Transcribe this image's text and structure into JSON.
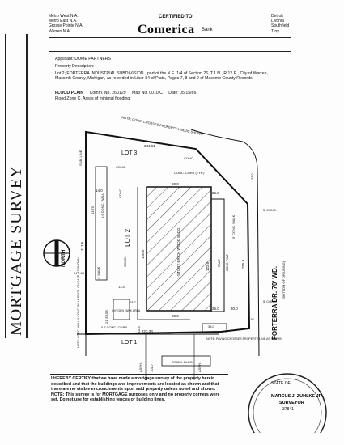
{
  "side_title": "MORTGAGE SURVEY",
  "header": {
    "offices_left": [
      "Metro West N.A.",
      "Metro East N.A.",
      "Grosse Pointe N.A.",
      "Warren N.A."
    ],
    "certified_to": "CERTIFIED TO",
    "bank_logo": "Comerica",
    "bank_word": "Bank",
    "offices_right": [
      "Detroit",
      "Livonia",
      "Southfield",
      "Troy"
    ]
  },
  "applicant": "Applicant: DOME PARTNERS",
  "property_description_label": "Property Description:",
  "description": "Lot 2; FORTERRA INDUSTRIAL SUBDIVISION , part of the N.E. 1/4 of Section 26, T.1 N., R.12 E., City of Warren, Macomb County, Michigan, as recorded in Liber 84 of Plats, Pages 7, 8 and 9 of Macomb County Records.",
  "flood": {
    "label": "FLOOD PLAIN",
    "comm": "Comm. No. 260129",
    "map": "Map No. 0010 C",
    "date": "Date: 05/15/86",
    "zone": "Flood Zone C.  Areas of minimal flooding."
  },
  "plan": {
    "lot3": "LOT 3",
    "lot2": "LOT 2",
    "lot1": "LOT 1",
    "street": "FORTERRA DR. 70' WD.",
    "bottom_note": "(BOTTOM OF DRAINING)",
    "north": "NORTH",
    "sub_line": "SUB. LINE",
    "top_note": "NOTE: CONC. CROSSES PROPERTY LINE AS SHOWN",
    "bottom_paving_note": "NOTE: PAVING CROSSES PROPERTY LINE AS SHOWN",
    "left_wall_note": "NOTE: CONC. WALL & CONC. WALK ENCR. ON EASE. AS SHOWN",
    "building": "1-STORY BRICK WOOD BLDG.",
    "dims": {
      "top": "331.61",
      "left": "317.6",
      "bottom": "223.38",
      "right": "255.9",
      "b_top": "80.0",
      "b_bottom": "80.0",
      "b_left": "180.0",
      "b_right": "122.0",
      "d_25a": "25.0",
      "d_25b": "25.0",
      "d_30": "30.0",
      "d_14": "14.0",
      "d_535": "53.5",
      "d_101": "101.7",
      "d_330": "33.0",
      "d_1375": "13.75",
      "d_287": "28.7",
      "d_48": "48'",
      "d_9": "9.0",
      "d_16": "16'",
      "d_135": "13.5",
      "d_257": "25.7",
      "d_38": "38.0"
    },
    "labels": {
      "conc_curb_typ": "CONC. CURB (TYP.)",
      "conc_wall": "0.5 CONC. WALL",
      "conc": "CONC.",
      "walk": "4' WALK",
      "easement": "21' EASE.",
      "oxygen": "OXYGEN TANK AREA",
      "conc_curb_bottom": "0.7 CONC. CURB",
      "asph": "ASPH.",
      "comm_bldg": "COMM. BLDG.",
      "conc_walk": "5' CONC. WALK",
      "conc_right": "5' CONC.",
      "dn": "IN 1.04",
      "ramp": "RAMP",
      "conc_pavt": "CONC. PAVT."
    }
  },
  "certification": "I HEREBY CERTIFY that we have made a mortgage survey of the property herein described and that the buildings and improvements are located as shown and that there are no visible encroachments upon said property unless noted and shown. NOTE: This survey is for MORTGAGE purposes only and no property corners were set. Do not use for establishing fences or building lines.",
  "seal": {
    "name": "MARCUS J. ZUHLKE JR.",
    "title": "SURVEYOR",
    "state": "STATE OF",
    "number": "37841"
  }
}
